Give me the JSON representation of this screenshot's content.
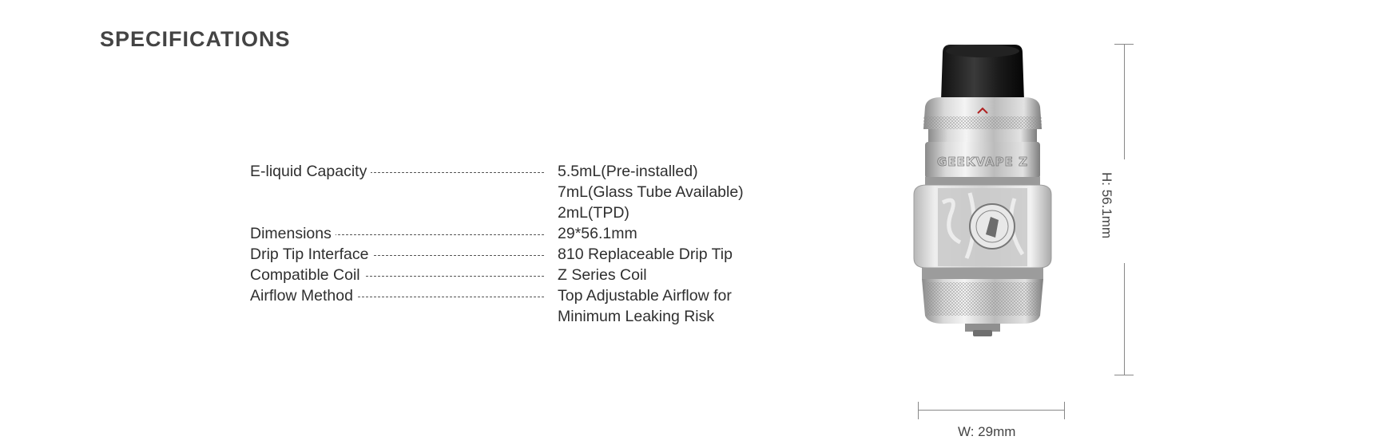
{
  "page": {
    "title": "SPECIFICATIONS"
  },
  "specs": [
    {
      "label": "E-liquid Capacity",
      "values": [
        "5.5mL(Pre-installed)",
        "7mL(Glass Tube Available)",
        "2mL(TPD)"
      ]
    },
    {
      "label": "Dimensions",
      "values": [
        "29*56.1mm"
      ]
    },
    {
      "label": "Drip Tip Interface",
      "values": [
        "810 Replaceable Drip Tip"
      ]
    },
    {
      "label": "Compatible Coil",
      "values": [
        "Z Series Coil"
      ]
    },
    {
      "label": "Airflow Method",
      "values": [
        "Top Adjustable Airflow for",
        "Minimum Leaking Risk"
      ]
    }
  ],
  "dimensions": {
    "height_label": "H: 56.1mm",
    "width_label": "W: 29mm"
  },
  "product": {
    "logo_text": "GEEKVAPE Z"
  }
}
